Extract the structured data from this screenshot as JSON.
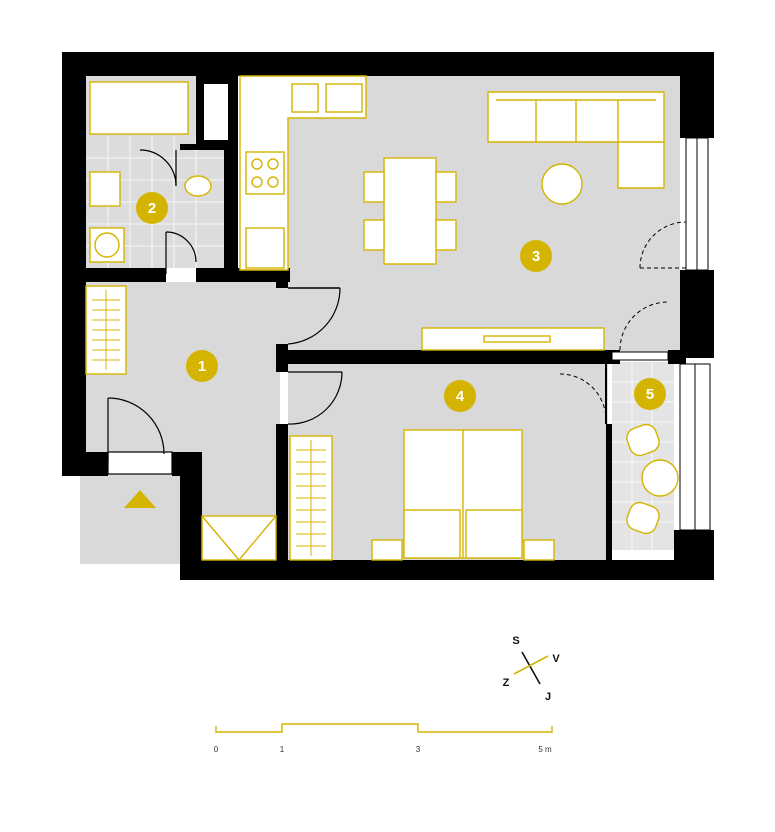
{
  "colors": {
    "wall": "#000000",
    "floor": "#d9d9d9",
    "tile_floor": "#dcdcdc",
    "accent": "#d4b400",
    "badge": "#d4b400",
    "background": "#ffffff"
  },
  "rooms": [
    {
      "id": "room-1",
      "label": "1"
    },
    {
      "id": "room-2",
      "label": "2"
    },
    {
      "id": "room-3",
      "label": "3"
    },
    {
      "id": "room-4",
      "label": "4"
    },
    {
      "id": "room-5",
      "label": "5"
    }
  ],
  "compass": {
    "north_label": "S",
    "east_label": "V",
    "south_label": "J",
    "west_label": "Z"
  },
  "scale_bar": {
    "ticks": [
      "0",
      "1",
      "3",
      "5 m"
    ]
  },
  "icons": {
    "entrance": "entrance-arrow-icon",
    "compass": "compass-icon"
  }
}
